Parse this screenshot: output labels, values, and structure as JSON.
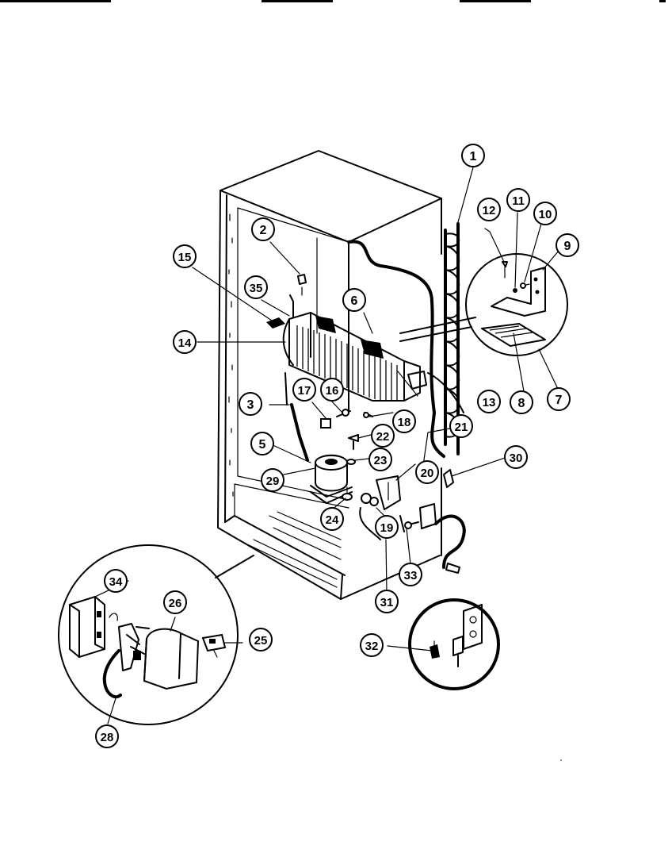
{
  "diagram": {
    "callouts": [
      "1",
      "2",
      "3",
      "5",
      "6",
      "7",
      "8",
      "9",
      "10",
      "11",
      "12",
      "13",
      "14",
      "15",
      "16",
      "17",
      "18",
      "19",
      "20",
      "21",
      "22",
      "23",
      "24",
      "25",
      "26",
      "28",
      "29",
      "30",
      "31",
      "32",
      "33",
      "34",
      "35"
    ]
  }
}
